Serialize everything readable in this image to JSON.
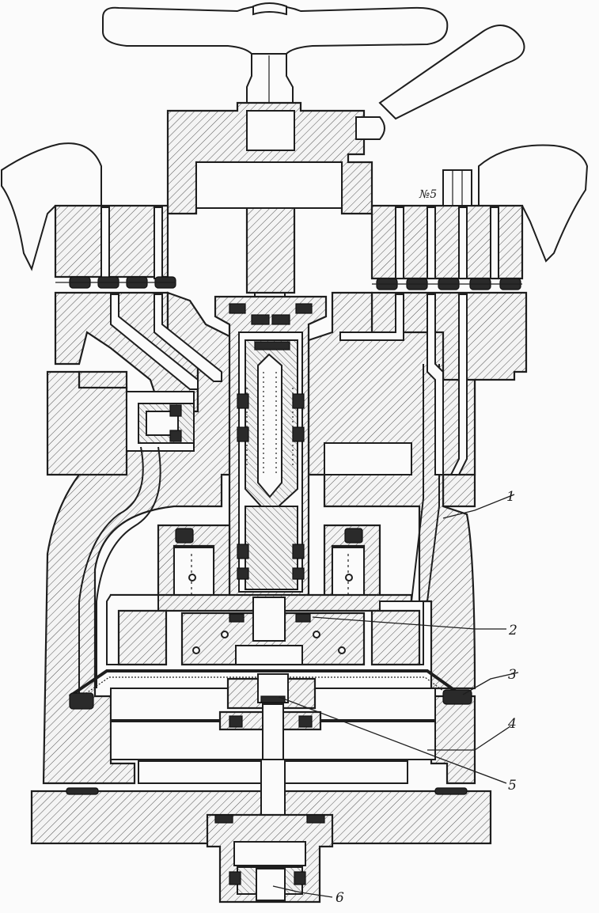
{
  "drawing": {
    "stamp": "№5",
    "callouts": [
      {
        "id": "callout-1",
        "text": "1"
      },
      {
        "id": "callout-2",
        "text": "2"
      },
      {
        "id": "callout-3",
        "text": "3"
      },
      {
        "id": "callout-4",
        "text": "4"
      },
      {
        "id": "callout-5",
        "text": "5"
      },
      {
        "id": "callout-6",
        "text": "6"
      }
    ]
  }
}
